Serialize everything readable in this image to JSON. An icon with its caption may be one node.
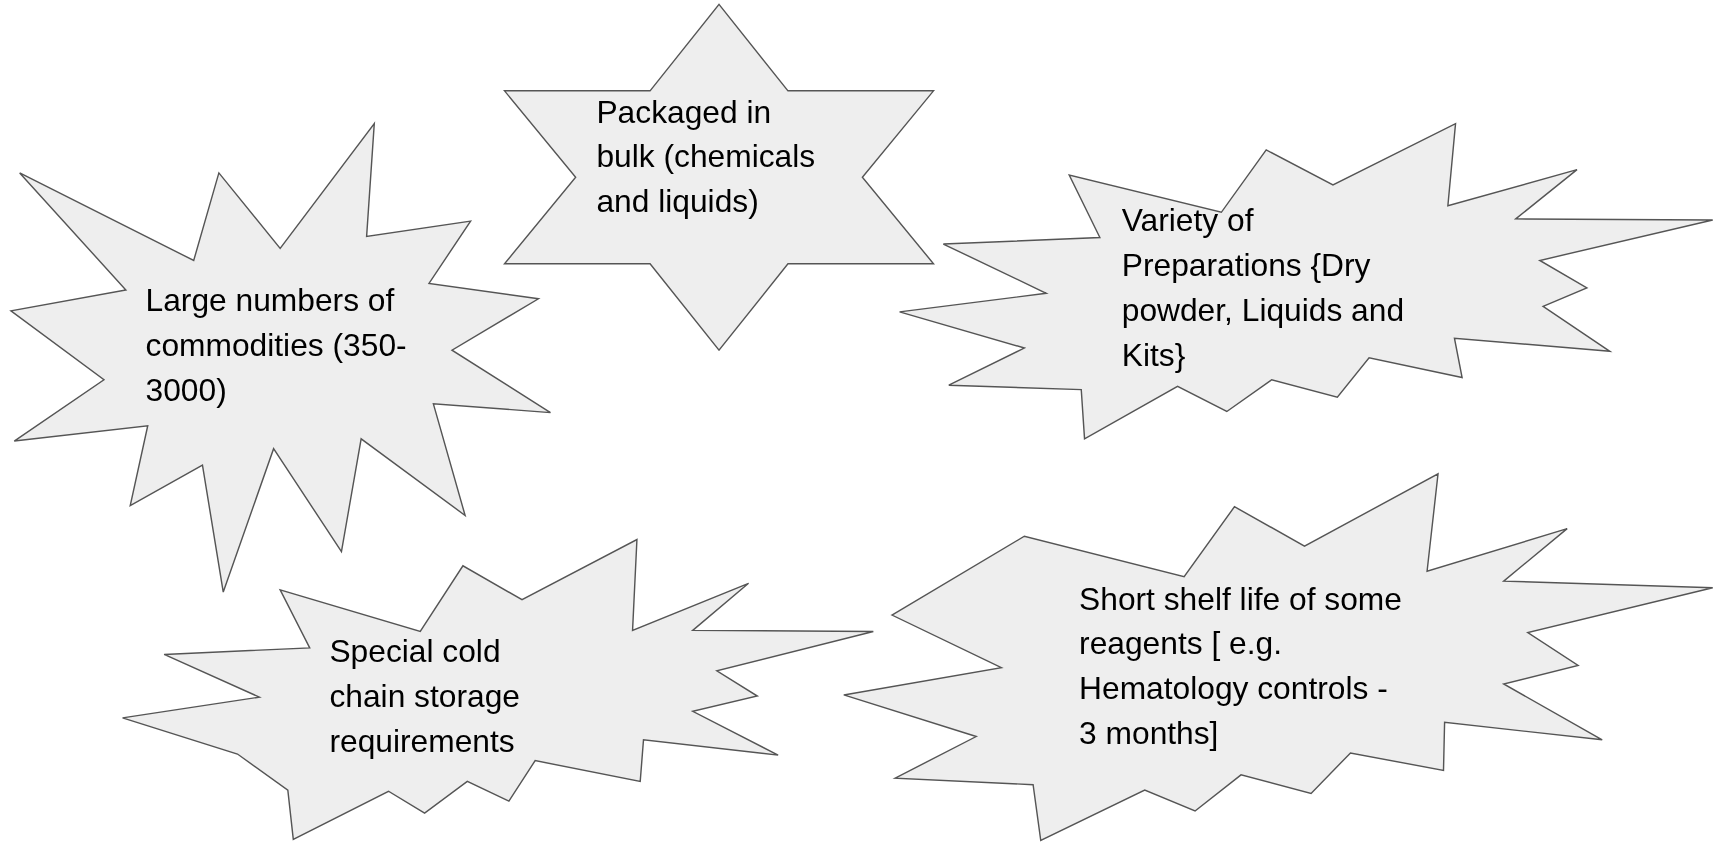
{
  "diagram": {
    "nodes": [
      {
        "text": [
          "Large numbers of commodities (350-3000)"
        ]
      },
      {
        "text": [
          "Packaged in bulk (chemicals and liquids)"
        ]
      },
      {
        "text": [
          "Variety of Preparations {Dry powder, Liquids and Kits}"
        ]
      },
      {
        "text": [
          "Special cold chain storage requirements"
        ]
      },
      {
        "text": [
          "Short shelf life of some reagents [ e.g. Hematology controls - 3 months]"
        ]
      }
    ]
  }
}
